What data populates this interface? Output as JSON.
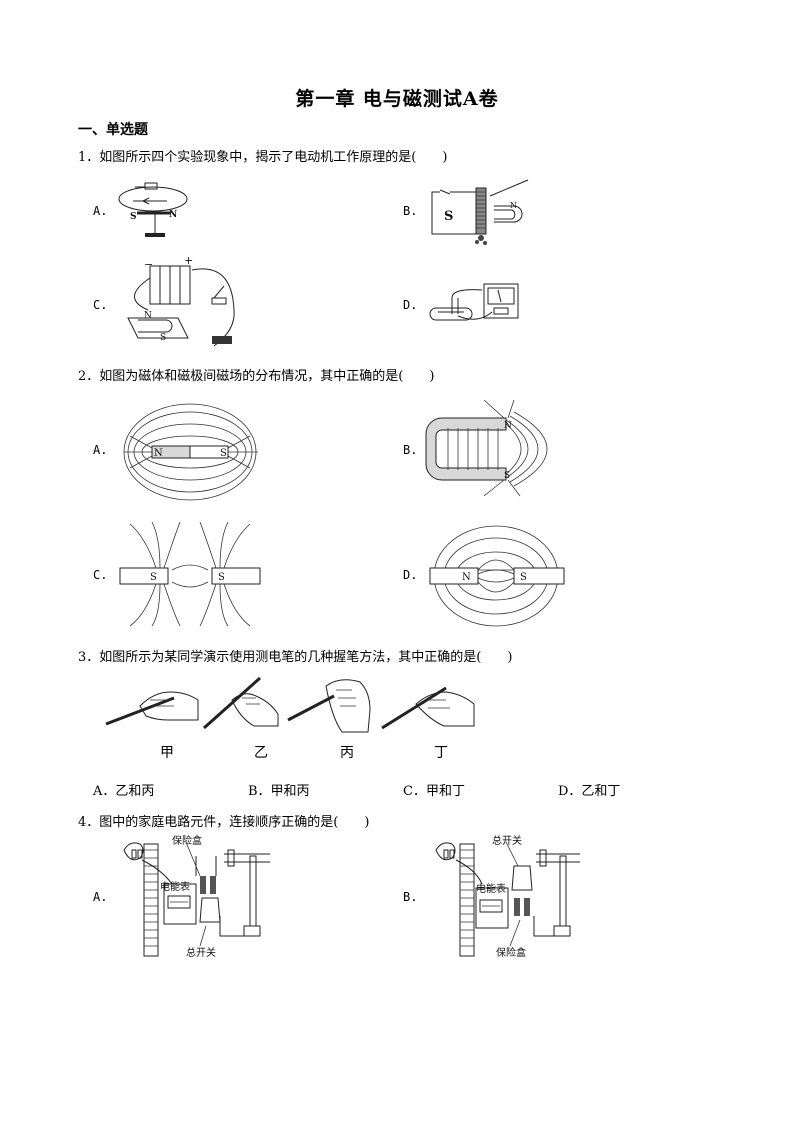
{
  "title": "第一章 电与磁测试A卷",
  "section": "一、单选题",
  "q1": {
    "stem": "1．如图所示四个实验现象中，揭示了电动机工作原理的是(　　)",
    "options": [
      "A.",
      "B.",
      "C.",
      "D."
    ],
    "figure_text": {
      "s": "S",
      "n": "N"
    }
  },
  "q2": {
    "stem": "2．如图为磁体和磁极间磁场的分布情况，其中正确的是(　　)",
    "options": [
      "A.",
      "B.",
      "C.",
      "D."
    ],
    "figure_text": {
      "n": "N",
      "s": "S"
    }
  },
  "q3": {
    "stem": "3．如图所示为某同学演示使用测电笔的几种握笔方法，其中正确的是(　　)",
    "figure_labels": [
      "甲",
      "乙",
      "丙",
      "丁"
    ],
    "choices": [
      "A．乙和丙",
      "B．甲和丙",
      "C．甲和丁",
      "D．乙和丁"
    ]
  },
  "q4": {
    "stem": "4．图中的家庭电路元件，连接顺序正确的是(　　)",
    "options": [
      "A.",
      "B."
    ],
    "figA": {
      "fuse_box": "保险盒",
      "meter": "电能表",
      "main_switch": "总开关"
    },
    "figB": {
      "main_switch": "总开关",
      "meter": "电能表",
      "fuse_box": "保险盒"
    }
  }
}
